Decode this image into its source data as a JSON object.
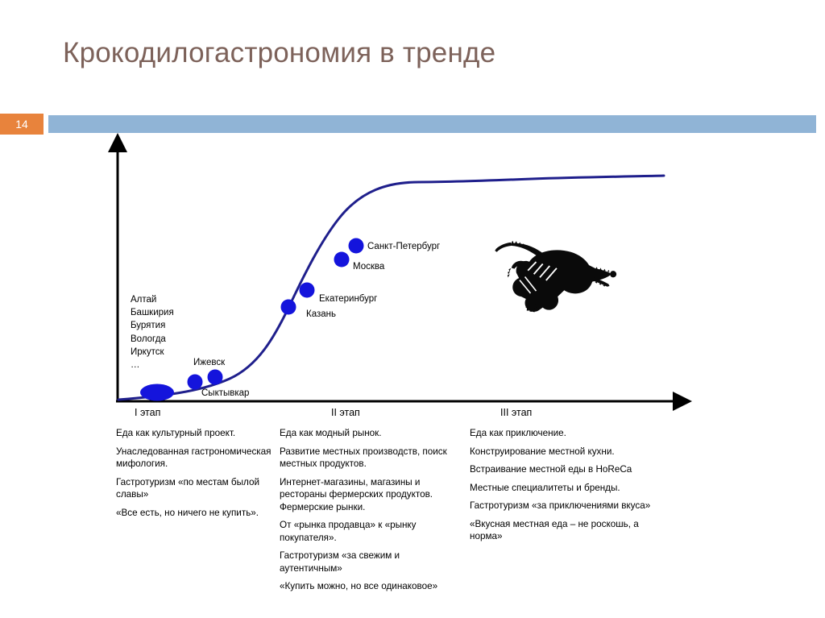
{
  "slide": {
    "title": "Крокодилогастрономия в тренде",
    "number": "14",
    "accent_orange": "#e8833c",
    "accent_bar_blue": "#90b4d6",
    "title_color": "#7d625a"
  },
  "chart_data": {
    "type": "line",
    "title": "Крокодилогастрономия в тренде",
    "xlabel": "",
    "ylabel": "",
    "grid": false,
    "legend": "none",
    "curve_color": "#1f1f8c",
    "marker_color": "#1414dc",
    "description": "S-образная кривая распространения гастрономического тренда по регионам и городам России",
    "x": [
      0,
      5,
      12,
      20,
      28,
      34,
      40,
      46,
      52,
      58,
      64,
      70,
      78,
      86,
      94,
      100
    ],
    "y": [
      2,
      3,
      5,
      8,
      14,
      22,
      34,
      48,
      62,
      74,
      83,
      89,
      93,
      95,
      96,
      96
    ],
    "xlim": [
      0,
      100
    ],
    "ylim": [
      0,
      100
    ],
    "stages": [
      {
        "label": "I этап",
        "x_pct": 5
      },
      {
        "label": "II этап",
        "x_pct": 40
      },
      {
        "label": "III эта",
        "x_pct": 69
      }
    ],
    "points": [
      {
        "label": "",
        "x": 5,
        "y": 3,
        "marker": "ellipse-large"
      },
      {
        "label": "",
        "x": 14,
        "y": 6,
        "marker": "circle"
      },
      {
        "label": "Ижевск",
        "x": 19,
        "y": 9,
        "marker": "circle"
      },
      {
        "label": "Сыктывкар",
        "x": 19,
        "y": 3,
        "marker": "label-only"
      },
      {
        "label": "Казань",
        "x": 31,
        "y": 38,
        "marker": "circle"
      },
      {
        "label": "Екатеринбург",
        "x": 34,
        "y": 44,
        "marker": "circle"
      },
      {
        "label": "Москва",
        "x": 40,
        "y": 56,
        "marker": "circle"
      },
      {
        "label": "Санкт-Петербург",
        "x": 43,
        "y": 61,
        "marker": "circle"
      }
    ],
    "regions": [
      "Алтай",
      "Башкирия",
      "Бурятия",
      "Вологда",
      "Иркутск",
      "…"
    ]
  },
  "axes": {
    "x_axis_name": "горизонтальная ось — время",
    "y_axis_name": "вертикальная ось — распространение"
  },
  "markers": {
    "izhevsk": "Ижевск",
    "syktyvkar": "Сыктывкар",
    "kazan": "Казань",
    "ekaterinburg": "Екатеринбург",
    "moscow": "Москва",
    "spb": "Санкт-Петербург"
  },
  "stages": [
    {
      "label": "I этап"
    },
    {
      "label": "II этап"
    },
    {
      "label": "III этап"
    }
  ],
  "columns": [
    {
      "heading": "I этап",
      "items": [
        "Еда как культурный проект.",
        "Унаследованная гастрономическая мифология.",
        "Гастротуризм «по местам былой славы»",
        "«Все есть, но ничего не купить»."
      ]
    },
    {
      "heading": "II этап",
      "items": [
        "Еда как модный рынок.",
        "Развитие местных производств, поиск местных продуктов.",
        "Интернет-магазины, магазины и рестораны фермерских продуктов. Фермерские рынки.",
        "От «рынка продавца» к «рынку покупателя».",
        "Гастротуризм «за свежим и аутентичным»",
        "«Купить можно, но все одинаковое»"
      ]
    },
    {
      "heading": "III этап",
      "items": [
        "Еда как приключение.",
        "Конструирование местной кухни.",
        "Встраивание местной еды в HoReCa",
        "Местные специалитеты и бренды.",
        "Гастротуризм «за приключениями вкуса»",
        "«Вкусная местная еда – не роскошь, а норма»"
      ]
    }
  ],
  "decoration": {
    "crocodile": "crocodile-silhouette"
  }
}
